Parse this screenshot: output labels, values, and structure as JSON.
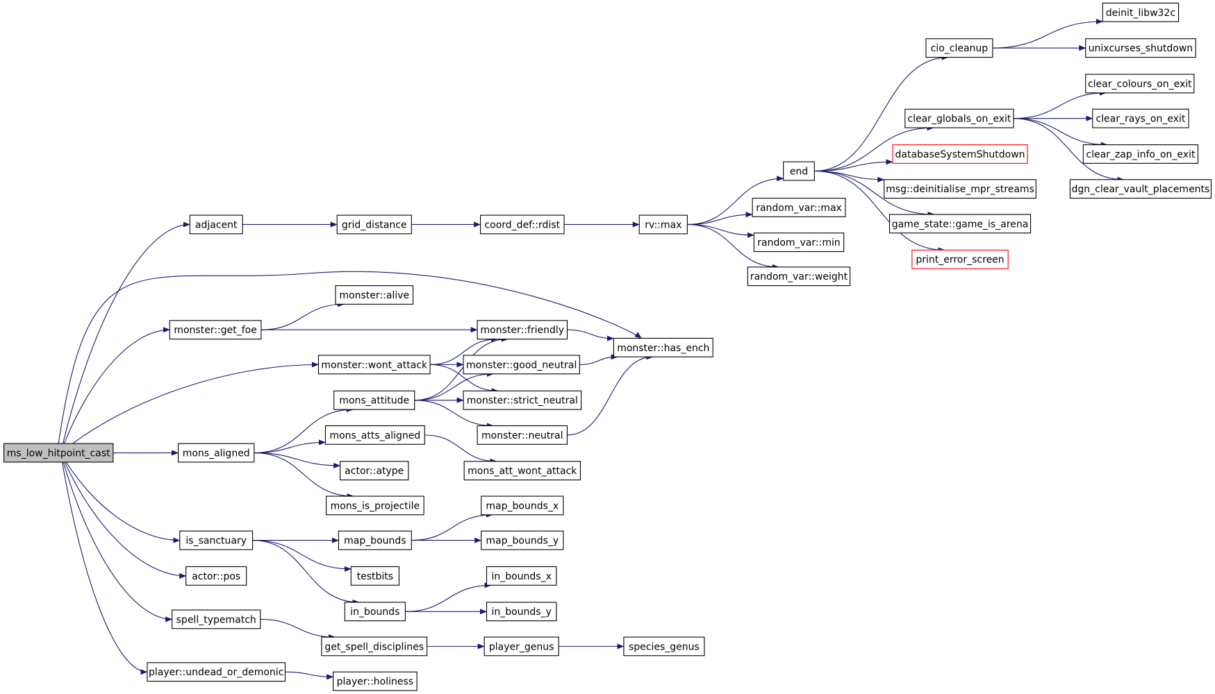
{
  "colors": {
    "edge": "#191970",
    "root_fill": "#bfbfbf",
    "red_border": "#ff0000"
  },
  "nodes": [
    {
      "id": "ms_low_hitpoint_cast",
      "label": "ms_low_hitpoint_cast",
      "style": "root"
    },
    {
      "id": "adjacent",
      "label": "adjacent"
    },
    {
      "id": "monster_get_foe",
      "label": "monster::get_foe"
    },
    {
      "id": "monster_wont_attack",
      "label": "monster::wont_attack"
    },
    {
      "id": "mons_aligned",
      "label": "mons_aligned"
    },
    {
      "id": "is_sanctuary",
      "label": "is_sanctuary"
    },
    {
      "id": "actor_pos",
      "label": "actor::pos"
    },
    {
      "id": "spell_typematch",
      "label": "spell_typematch"
    },
    {
      "id": "player_undead_or_demonic",
      "label": "player::undead_or_demonic"
    },
    {
      "id": "grid_distance",
      "label": "grid_distance"
    },
    {
      "id": "coord_def_rdist",
      "label": "coord_def::rdist"
    },
    {
      "id": "rv_max",
      "label": "rv::max"
    },
    {
      "id": "end",
      "label": "end"
    },
    {
      "id": "random_var_max",
      "label": "random_var::max"
    },
    {
      "id": "random_var_min",
      "label": "random_var::min"
    },
    {
      "id": "random_var_weight",
      "label": "random_var::weight"
    },
    {
      "id": "cio_cleanup",
      "label": "cio_cleanup"
    },
    {
      "id": "clear_globals_on_exit",
      "label": "clear_globals_on_exit"
    },
    {
      "id": "databaseSystemShutdown",
      "label": "databaseSystemShutdown",
      "style": "red"
    },
    {
      "id": "msg_deinitialise_mpr_streams",
      "label": "msg::deinitialise_mpr_streams"
    },
    {
      "id": "game_state_game_is_arena",
      "label": "game_state::game_is_arena"
    },
    {
      "id": "print_error_screen",
      "label": "print_error_screen",
      "style": "red"
    },
    {
      "id": "deinit_libw32c",
      "label": "deinit_libw32c"
    },
    {
      "id": "unixcurses_shutdown",
      "label": "unixcurses_shutdown"
    },
    {
      "id": "clear_colours_on_exit",
      "label": "clear_colours_on_exit"
    },
    {
      "id": "clear_rays_on_exit",
      "label": "clear_rays_on_exit"
    },
    {
      "id": "clear_zap_info_on_exit",
      "label": "clear_zap_info_on_exit"
    },
    {
      "id": "dgn_clear_vault_placements",
      "label": "dgn_clear_vault_placements"
    },
    {
      "id": "monster_alive",
      "label": "monster::alive"
    },
    {
      "id": "monster_friendly",
      "label": "monster::friendly"
    },
    {
      "id": "monster_has_ench",
      "label": "monster::has_ench"
    },
    {
      "id": "monster_good_neutral",
      "label": "monster::good_neutral"
    },
    {
      "id": "monster_strict_neutral",
      "label": "monster::strict_neutral"
    },
    {
      "id": "monster_neutral",
      "label": "monster::neutral"
    },
    {
      "id": "mons_attitude",
      "label": "mons_attitude"
    },
    {
      "id": "mons_atts_aligned",
      "label": "mons_atts_aligned"
    },
    {
      "id": "mons_att_wont_attack",
      "label": "mons_att_wont_attack"
    },
    {
      "id": "actor_atype",
      "label": "actor::atype"
    },
    {
      "id": "mons_is_projectile",
      "label": "mons_is_projectile"
    },
    {
      "id": "map_bounds",
      "label": "map_bounds"
    },
    {
      "id": "map_bounds_x",
      "label": "map_bounds_x"
    },
    {
      "id": "map_bounds_y",
      "label": "map_bounds_y"
    },
    {
      "id": "testbits",
      "label": "testbits"
    },
    {
      "id": "in_bounds",
      "label": "in_bounds"
    },
    {
      "id": "in_bounds_x",
      "label": "in_bounds_x"
    },
    {
      "id": "in_bounds_y",
      "label": "in_bounds_y"
    },
    {
      "id": "get_spell_disciplines",
      "label": "get_spell_disciplines"
    },
    {
      "id": "player_genus",
      "label": "player_genus"
    },
    {
      "id": "species_genus",
      "label": "species_genus"
    },
    {
      "id": "player_holiness",
      "label": "player::holiness"
    }
  ],
  "edges": [
    [
      "ms_low_hitpoint_cast",
      "adjacent"
    ],
    [
      "ms_low_hitpoint_cast",
      "monster_has_ench"
    ],
    [
      "ms_low_hitpoint_cast",
      "monster_get_foe"
    ],
    [
      "ms_low_hitpoint_cast",
      "monster_wont_attack"
    ],
    [
      "ms_low_hitpoint_cast",
      "mons_aligned"
    ],
    [
      "ms_low_hitpoint_cast",
      "is_sanctuary"
    ],
    [
      "ms_low_hitpoint_cast",
      "actor_pos"
    ],
    [
      "ms_low_hitpoint_cast",
      "spell_typematch"
    ],
    [
      "ms_low_hitpoint_cast",
      "player_undead_or_demonic"
    ],
    [
      "adjacent",
      "grid_distance"
    ],
    [
      "grid_distance",
      "coord_def_rdist"
    ],
    [
      "coord_def_rdist",
      "rv_max"
    ],
    [
      "rv_max",
      "end"
    ],
    [
      "rv_max",
      "random_var_max"
    ],
    [
      "rv_max",
      "random_var_min"
    ],
    [
      "rv_max",
      "random_var_weight"
    ],
    [
      "end",
      "cio_cleanup"
    ],
    [
      "end",
      "clear_globals_on_exit"
    ],
    [
      "end",
      "databaseSystemShutdown"
    ],
    [
      "end",
      "msg_deinitialise_mpr_streams"
    ],
    [
      "end",
      "game_state_game_is_arena"
    ],
    [
      "end",
      "print_error_screen"
    ],
    [
      "cio_cleanup",
      "deinit_libw32c"
    ],
    [
      "cio_cleanup",
      "unixcurses_shutdown"
    ],
    [
      "clear_globals_on_exit",
      "clear_colours_on_exit"
    ],
    [
      "clear_globals_on_exit",
      "clear_rays_on_exit"
    ],
    [
      "clear_globals_on_exit",
      "clear_zap_info_on_exit"
    ],
    [
      "clear_globals_on_exit",
      "dgn_clear_vault_placements"
    ],
    [
      "monster_get_foe",
      "monster_alive"
    ],
    [
      "monster_get_foe",
      "monster_friendly"
    ],
    [
      "monster_friendly",
      "monster_has_ench"
    ],
    [
      "monster_wont_attack",
      "monster_friendly"
    ],
    [
      "monster_wont_attack",
      "monster_good_neutral"
    ],
    [
      "monster_wont_attack",
      "monster_strict_neutral"
    ],
    [
      "monster_good_neutral",
      "monster_has_ench"
    ],
    [
      "monster_neutral",
      "monster_has_ench"
    ],
    [
      "mons_aligned",
      "mons_attitude"
    ],
    [
      "mons_aligned",
      "mons_atts_aligned"
    ],
    [
      "mons_aligned",
      "actor_atype"
    ],
    [
      "mons_aligned",
      "mons_is_projectile"
    ],
    [
      "mons_attitude",
      "monster_friendly"
    ],
    [
      "mons_attitude",
      "monster_good_neutral"
    ],
    [
      "mons_attitude",
      "monster_strict_neutral"
    ],
    [
      "mons_attitude",
      "monster_neutral"
    ],
    [
      "mons_atts_aligned",
      "mons_att_wont_attack"
    ],
    [
      "is_sanctuary",
      "map_bounds"
    ],
    [
      "is_sanctuary",
      "testbits"
    ],
    [
      "is_sanctuary",
      "in_bounds"
    ],
    [
      "map_bounds",
      "map_bounds_x"
    ],
    [
      "map_bounds",
      "map_bounds_y"
    ],
    [
      "in_bounds",
      "in_bounds_x"
    ],
    [
      "in_bounds",
      "in_bounds_y"
    ],
    [
      "spell_typematch",
      "get_spell_disciplines"
    ],
    [
      "get_spell_disciplines",
      "player_genus"
    ],
    [
      "player_genus",
      "species_genus"
    ],
    [
      "player_undead_or_demonic",
      "player_holiness"
    ]
  ]
}
